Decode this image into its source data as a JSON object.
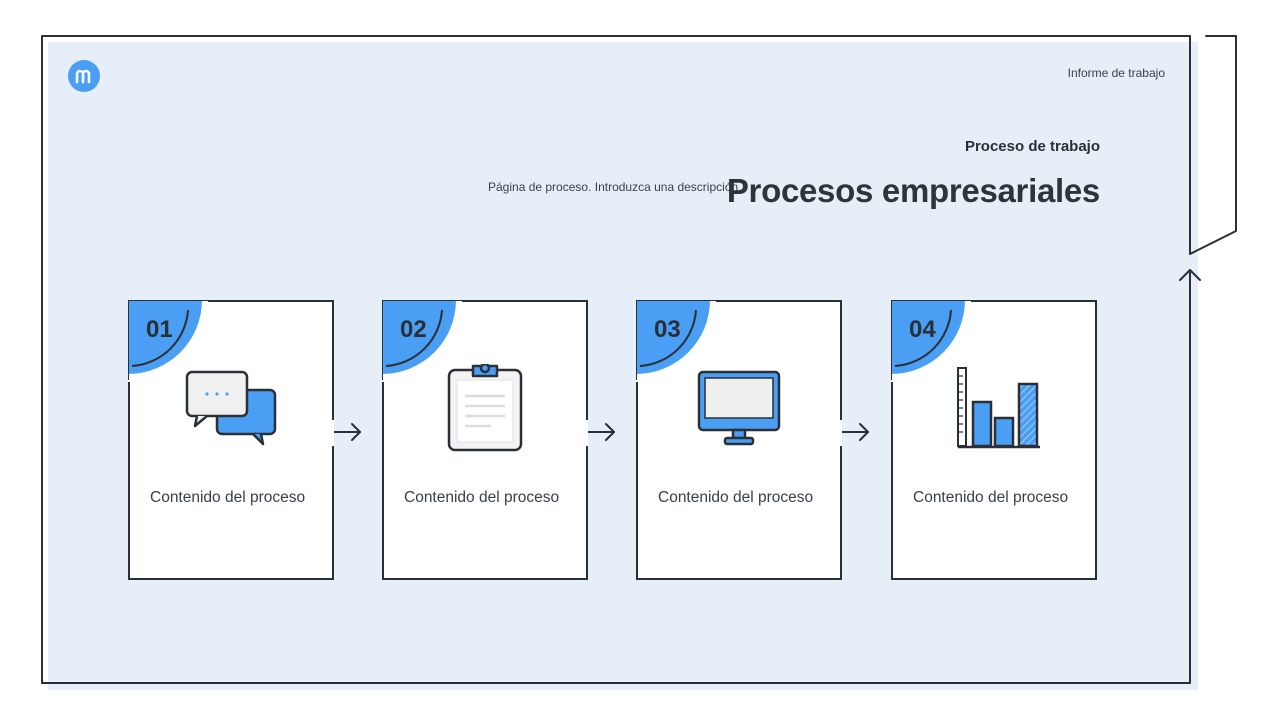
{
  "header": {
    "report_label": "Informe de trabajo",
    "subtitle": "Proceso de trabajo",
    "description": "Página de proceso. Introduzca una descripción.",
    "title": "Procesos empresariales"
  },
  "logo": {
    "icon": "m-logo-icon",
    "color": "#4a9ff5"
  },
  "colors": {
    "accent": "#4a9ff5",
    "panel": "#e6eef8",
    "stroke": "#2b2f36"
  },
  "steps": [
    {
      "number": "01",
      "icon": "chat-bubbles-icon",
      "content": "Contenido del proceso"
    },
    {
      "number": "02",
      "icon": "clipboard-icon",
      "content": "Contenido del proceso"
    },
    {
      "number": "03",
      "icon": "monitor-icon",
      "content": "Contenido del proceso"
    },
    {
      "number": "04",
      "icon": "bar-chart-icon",
      "content": "Contenido del proceso"
    }
  ]
}
